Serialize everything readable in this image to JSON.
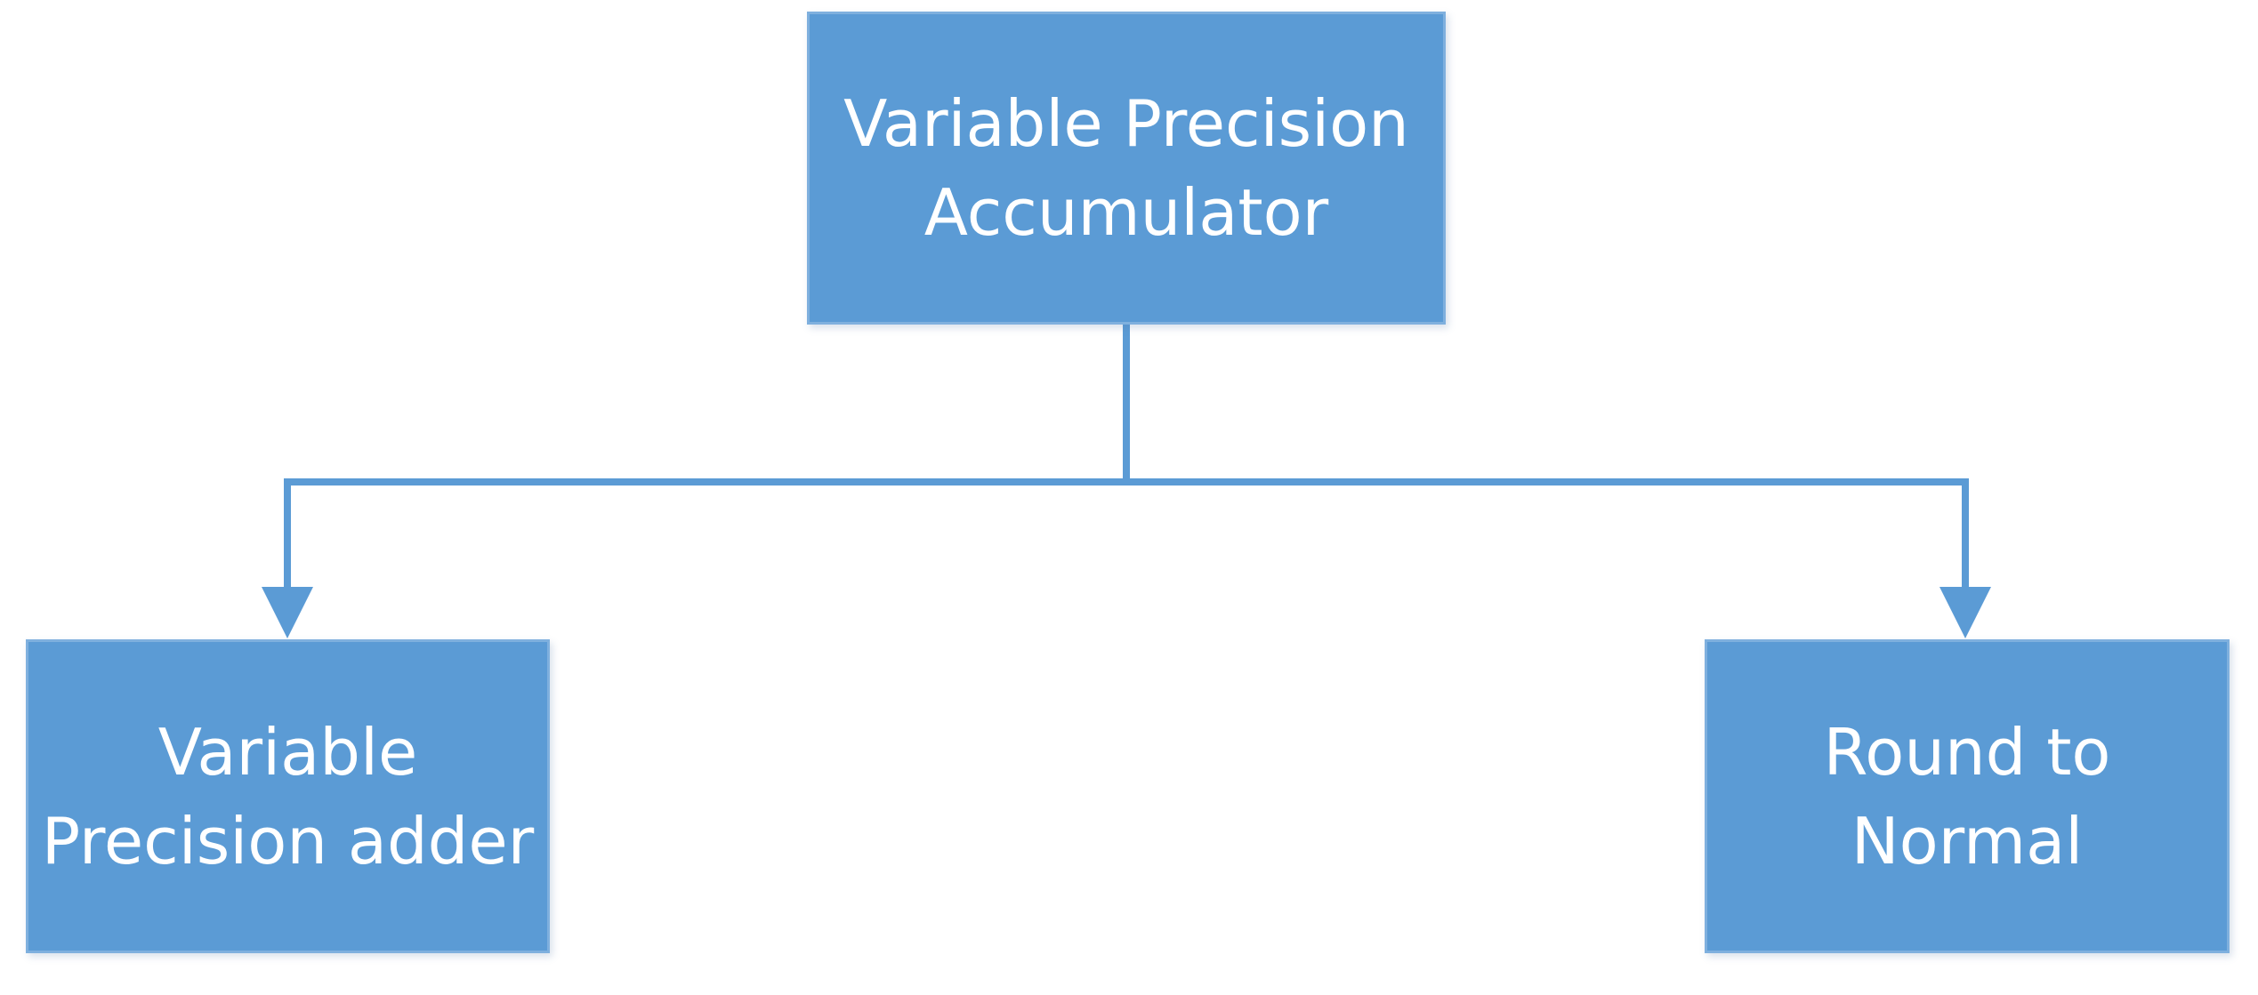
{
  "colors": {
    "node_fill": "#5b9bd5",
    "connector": "#5b9bd5",
    "text": "#ffffff",
    "background": "#ffffff"
  },
  "nodes": {
    "root": {
      "label": "Variable Precision\nAccumulator"
    },
    "left": {
      "label": "Variable\nPrecision adder"
    },
    "right": {
      "label": "Round to\nNormal"
    }
  },
  "edges": [
    {
      "from": "root",
      "to": "left"
    },
    {
      "from": "root",
      "to": "right"
    }
  ]
}
